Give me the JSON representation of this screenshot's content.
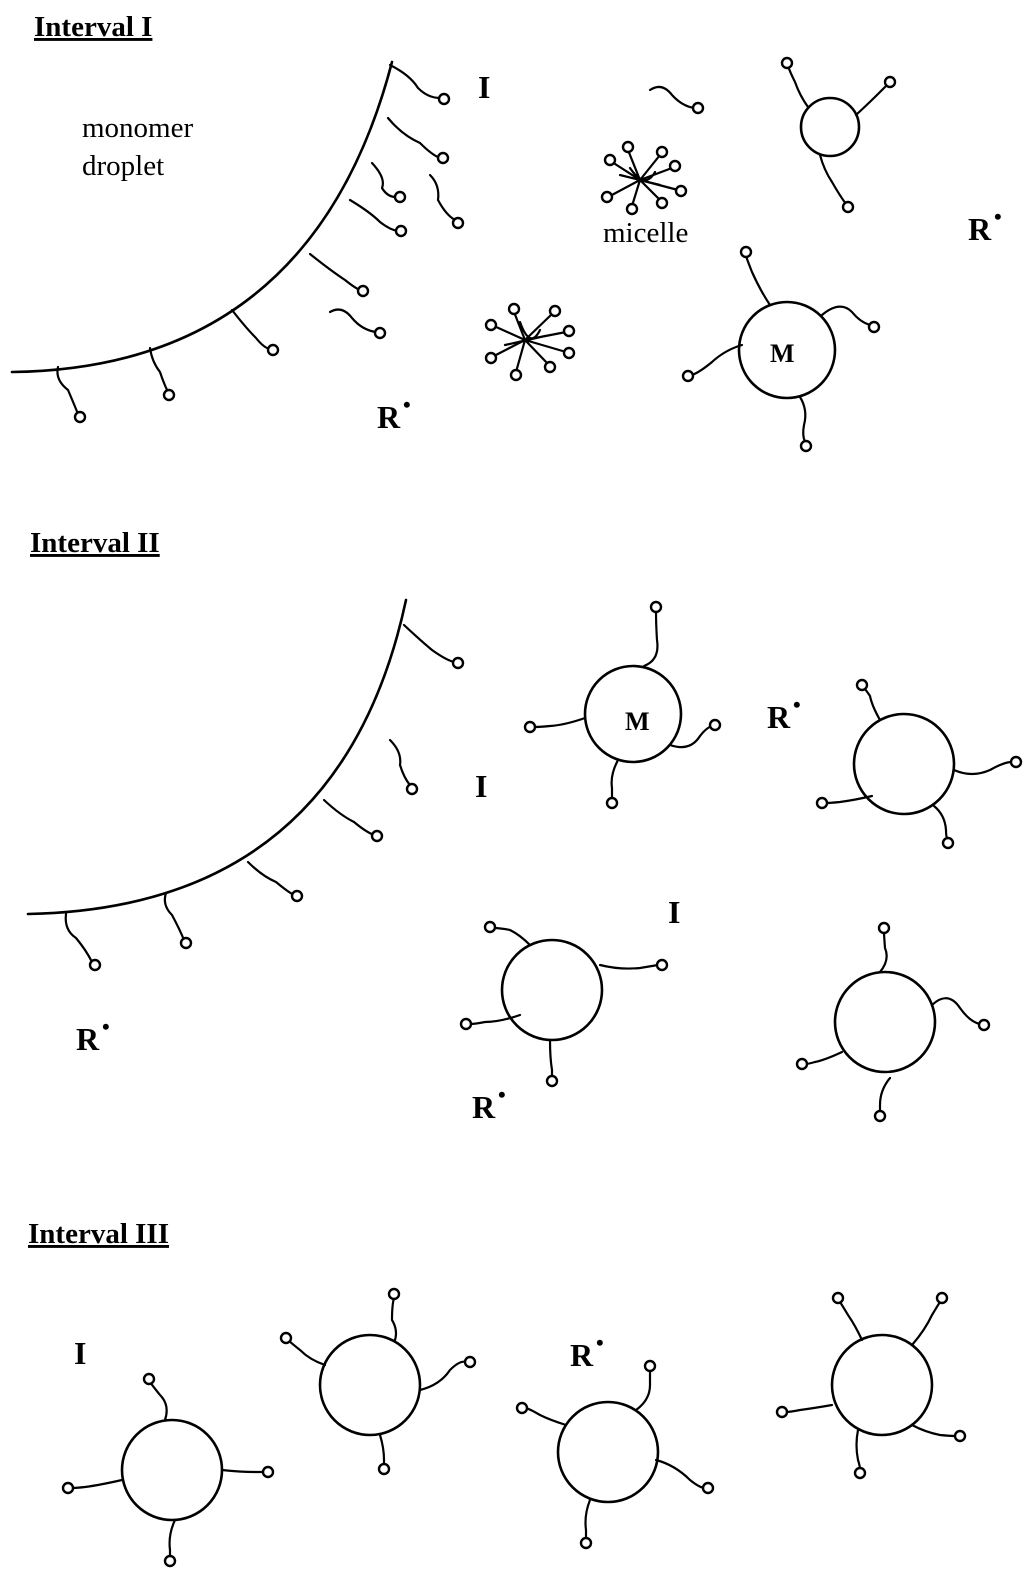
{
  "intervals": {
    "one": {
      "heading": "Interval I",
      "droplet_label_line1": "monomer",
      "droplet_label_line2": "droplet",
      "micelle_label": "micelle",
      "initiator_label": "I",
      "radical_label": "R",
      "radical_mark": "•",
      "monomer_particle_label": "M"
    },
    "two": {
      "heading": "Interval II",
      "initiator_label": "I",
      "radical_label": "R",
      "radical_mark": "•",
      "monomer_particle_label": "M"
    },
    "three": {
      "heading": "Interval III",
      "initiator_label": "I",
      "radical_label": "R",
      "radical_mark": "•"
    }
  }
}
